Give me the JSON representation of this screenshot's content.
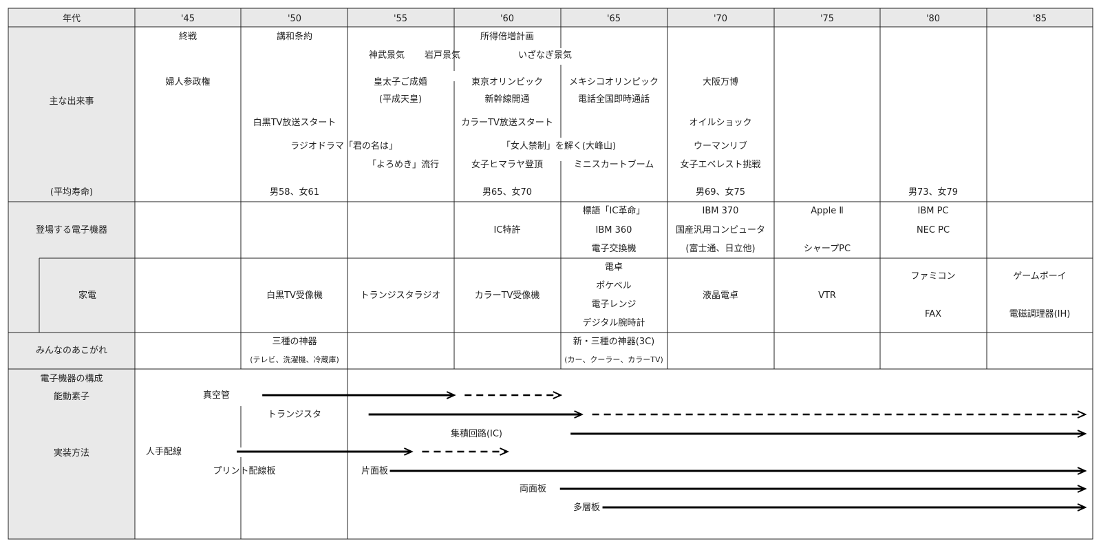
{
  "header": {
    "first": "年代",
    "eras": [
      "'45",
      "'50",
      "'55",
      "'60",
      "'65",
      "'70",
      "'75",
      "'80",
      "'85"
    ]
  },
  "rows": {
    "events": "主な出来事",
    "lifespan": "(平均寿命)",
    "devices": "登場する電子機器",
    "appliances": "家電",
    "aspiration": "みんなのあこがれ",
    "construction_1": "電子機器の構成",
    "construction_2": "能動素子",
    "mounting": "実装方法"
  },
  "events": [
    "終戦",
    "講和条約",
    "所得倍増計画",
    "神武景気",
    "岩戸景気",
    "いざなぎ景気",
    "婦人参政権",
    "皇太子ご成婚",
    "(平成天皇)",
    "東京オリンピック",
    "新幹線開通",
    "メキシコオリンピック",
    "電話全国即時通話",
    "大阪万博",
    "白黒TV放送スタート",
    "カラーTV放送スタート",
    "オイルショック",
    "ラジオドラマ「君の名は」",
    "「女人禁制」を解く(大峰山)",
    "ウーマンリブ",
    "「よろめき」流行",
    "女子ヒマラヤ登頂",
    "ミニスカートブーム",
    "女子エベレスト挑戦"
  ],
  "lifespans": [
    "男58、女61",
    "男65、女70",
    "男69、女75",
    "男73、女79"
  ],
  "devices": [
    "IC特許",
    "標語「IC革命」",
    "IBM 360",
    "電子交換機",
    "IBM 370",
    "国産汎用コンピュータ",
    "(富士通、日立他)",
    "Apple Ⅱ",
    "シャープPC",
    "IBM PC",
    "NEC PC"
  ],
  "appliances": [
    "白黒TV受像機",
    "トランジスタラジオ",
    "カラーTV受像機",
    "電卓",
    "ポケベル",
    "電子レンジ",
    "デジタル腕時計",
    "液晶電卓",
    "VTR",
    "ファミコン",
    "FAX",
    "ゲームボーイ",
    "電磁調理器(IH)"
  ],
  "aspirations": [
    "三種の神器",
    "(テレビ、洗濯機、冷蔵庫)",
    "新・三種の神器(3C)",
    "(カー、クーラー、カラーTV)"
  ],
  "technologies": [
    {
      "label": "真空管",
      "from": 1948.5,
      "solid_to": 1957.5,
      "dashed_to": 1962.5
    },
    {
      "label": "トランジスタ",
      "from": 1953.5,
      "solid_to": 1963.5,
      "dashed_to": 1988
    },
    {
      "label": "集積回路(IC)",
      "from": 1963,
      "solid_to": 1988,
      "dashed_to": null
    },
    {
      "label": "人手配線",
      "from": 1947.3,
      "solid_to": 1955.5,
      "dashed_to": 1960
    },
    {
      "label": "プリント配線板",
      "from": null,
      "solid_to": null,
      "dashed_to": null
    },
    {
      "label": "片面板",
      "from": 1954.5,
      "solid_to": 1988,
      "dashed_to": null
    },
    {
      "label": "両面板",
      "from": 1962.5,
      "solid_to": 1988,
      "dashed_to": null
    },
    {
      "label": "多層板",
      "from": 1964.5,
      "solid_to": 1988,
      "dashed_to": null
    }
  ],
  "colors": {
    "label_column": "#e9e9e9",
    "grid": "#222222",
    "arrow": "#000000"
  }
}
